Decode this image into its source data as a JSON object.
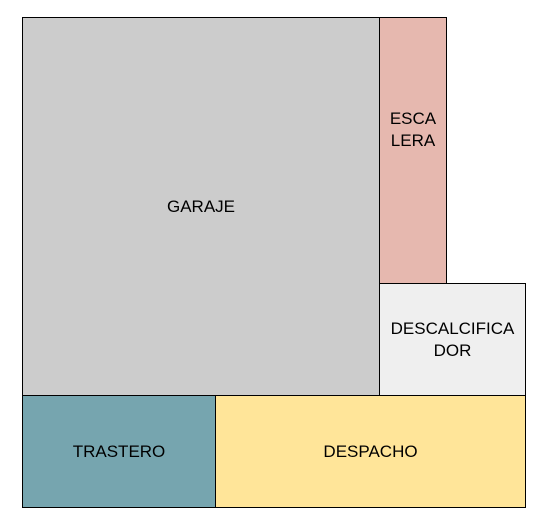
{
  "rooms": {
    "garaje": {
      "label": "GARAJE",
      "color": "#cccccc"
    },
    "escalera": {
      "label": "ESCALERA",
      "color": "#e6b8af"
    },
    "descalcificador": {
      "label": "DESCALCIFICADOR",
      "color": "#efefef"
    },
    "trastero": {
      "label": "TRASTERO",
      "color": "#76a5af"
    },
    "despacho": {
      "label": "DESPACHO",
      "color": "#ffe599"
    }
  }
}
